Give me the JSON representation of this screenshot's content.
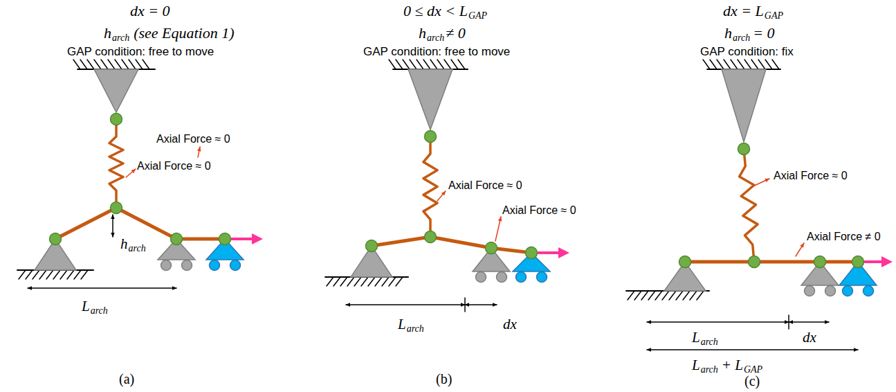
{
  "diagram": {
    "labels": [
      "dx = 0",
      "h",
      "arch",
      "(see Equation 1)",
      "GAP condition: free to move",
      "Axial Force ≈ 0",
      "Axial Force ≈ 0",
      "h",
      "arch",
      "L",
      "arch",
      "(a)",
      "0 ≤ dx < L",
      "GAP",
      "h",
      "arch",
      "≠ 0",
      "GAP condition: free to move",
      "Axial Force ≈ 0",
      "Axial Force ≈ 0",
      "L",
      "arch",
      "dx",
      "(b)",
      "dx = L",
      "GAP",
      "h",
      "arch",
      "= 0",
      "GAP condition: fix",
      "Axial Force ≈ 0",
      "Axial Force ≠ 0",
      "L",
      "arch",
      "dx",
      "L",
      "arch",
      "+ L",
      "GAP",
      "(c)"
    ]
  }
}
